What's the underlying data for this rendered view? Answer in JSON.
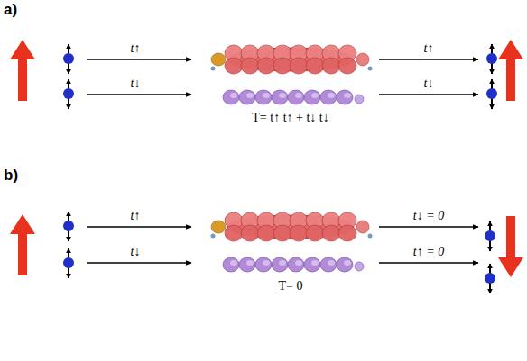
{
  "diagram": {
    "labels": [
      "a)",
      "t↑",
      "t↓",
      "t↑",
      "t↓",
      "T= t↑ t↑ + t↓ t↓",
      "b)",
      "t↑",
      "t↓",
      "t↓ = 0",
      "t↑ = 0",
      "T= 0"
    ]
  }
}
